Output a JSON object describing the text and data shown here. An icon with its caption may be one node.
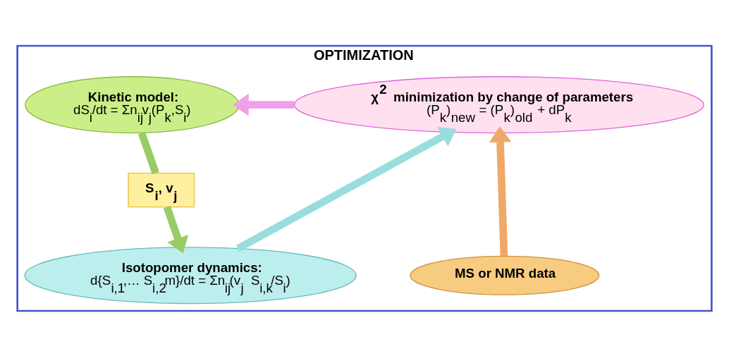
{
  "diagram": {
    "nodes": [
      {
        "text": [
          "OPTIMIZATION"
        ]
      },
      {
        "text": [
          "Kinetic model:",
          "dS$_{i}$/dt = Σn$_{ij}$v$_{j}$(P$_{k}$,S$_{i}$)"
        ],
        "in": 0
      },
      {
        "text": [
          "S$_{i}$, v$_{j}$"
        ],
        "in": 0
      },
      {
        "text": [
          "Isotopomer dynamics:",
          "d{S$_{i,1}$,… S$_{i,2}$m}/dt = Σn$_{ij}$(v$_{j}$ S$_{i,k}$/S$_{i}$)"
        ],
        "in": 0
      },
      {
        "text": [
          "χ$^{2}$ minimization by change of parameters",
          "(P$_{k}$)$_{new}$ = (P$_{k}$)$_{old}$ + dP$_{k}$"
        ],
        "in": 0
      },
      {
        "text": [
          "MS or NMR data"
        ],
        "in": 0
      }
    ],
    "edges": [
      {
        "from": 1,
        "to": 2,
        "arrow": "none",
        "color": "#99cc66"
      },
      {
        "from": 2,
        "to": 3,
        "arrow": "to",
        "color": "#99cc66"
      },
      {
        "from": 3,
        "to": 4,
        "arrow": "to",
        "color": "#99dddd"
      },
      {
        "from": 5,
        "to": 4,
        "arrow": "to",
        "color": "#f0a868"
      },
      {
        "from": 4,
        "to": 1,
        "arrow": "to",
        "color": "#f0a0e8"
      }
    ]
  }
}
